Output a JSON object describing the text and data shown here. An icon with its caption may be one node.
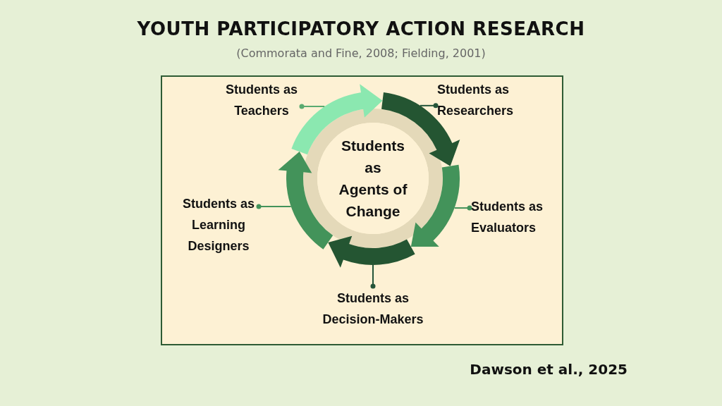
{
  "diagram": {
    "title": "YOUTH PARTICIPATORY ACTION RESEARCH",
    "caption": "(Commorata and Fine, 2008; Fielding, 2001)",
    "nodes": [
      {
        "text": [
          "Students as Agents of Change"
        ]
      },
      {
        "text": [
          "Students as Teachers"
        ]
      },
      {
        "text": [
          "Students as Researchers"
        ]
      },
      {
        "text": [
          "Students as Evaluators"
        ]
      },
      {
        "text": [
          "Students as Decision-Makers"
        ]
      },
      {
        "text": [
          "Students as Learning Designers"
        ]
      }
    ],
    "edges": [
      {
        "from": 1,
        "to": null,
        "arrow": "other",
        "color": "#5aaa70"
      },
      {
        "from": 2,
        "to": null,
        "arrow": "other",
        "color": "#24553a"
      },
      {
        "from": 3,
        "to": null,
        "arrow": "other"
      },
      {
        "from": 4,
        "to": null,
        "arrow": "other",
        "color": "#24553a"
      },
      {
        "from": 5,
        "to": null,
        "arrow": "other"
      }
    ],
    "labels": [
      "Dawson et al., 2025"
    ]
  }
}
